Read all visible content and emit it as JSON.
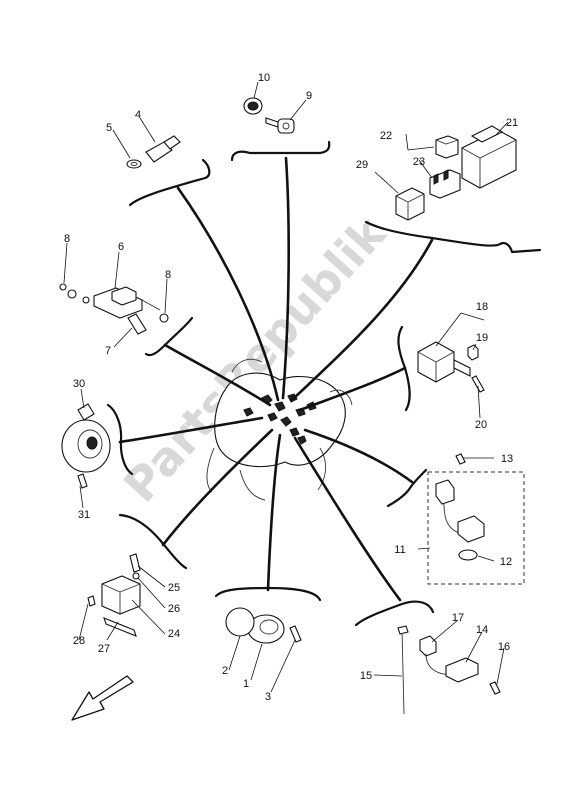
{
  "watermark": "PartsRepublik",
  "callouts": {
    "n1": "1",
    "n2": "2",
    "n3": "3",
    "n4": "4",
    "n5": "5",
    "n6": "6",
    "n7": "7",
    "n8a": "8",
    "n8b": "8",
    "n9": "9",
    "n10": "10",
    "n11": "11",
    "n12": "12",
    "n13": "13",
    "n14": "14",
    "n15": "15",
    "n16": "16",
    "n17": "17",
    "n18": "18",
    "n19": "19",
    "n20": "20",
    "n21": "21",
    "n22": "22",
    "n23": "23",
    "n24": "24",
    "n25": "25",
    "n26": "26",
    "n27": "27",
    "n28": "28",
    "n29": "29",
    "n30": "30",
    "n31": "31"
  },
  "icons": {
    "front_arrow": "arrow-down-left-icon"
  }
}
